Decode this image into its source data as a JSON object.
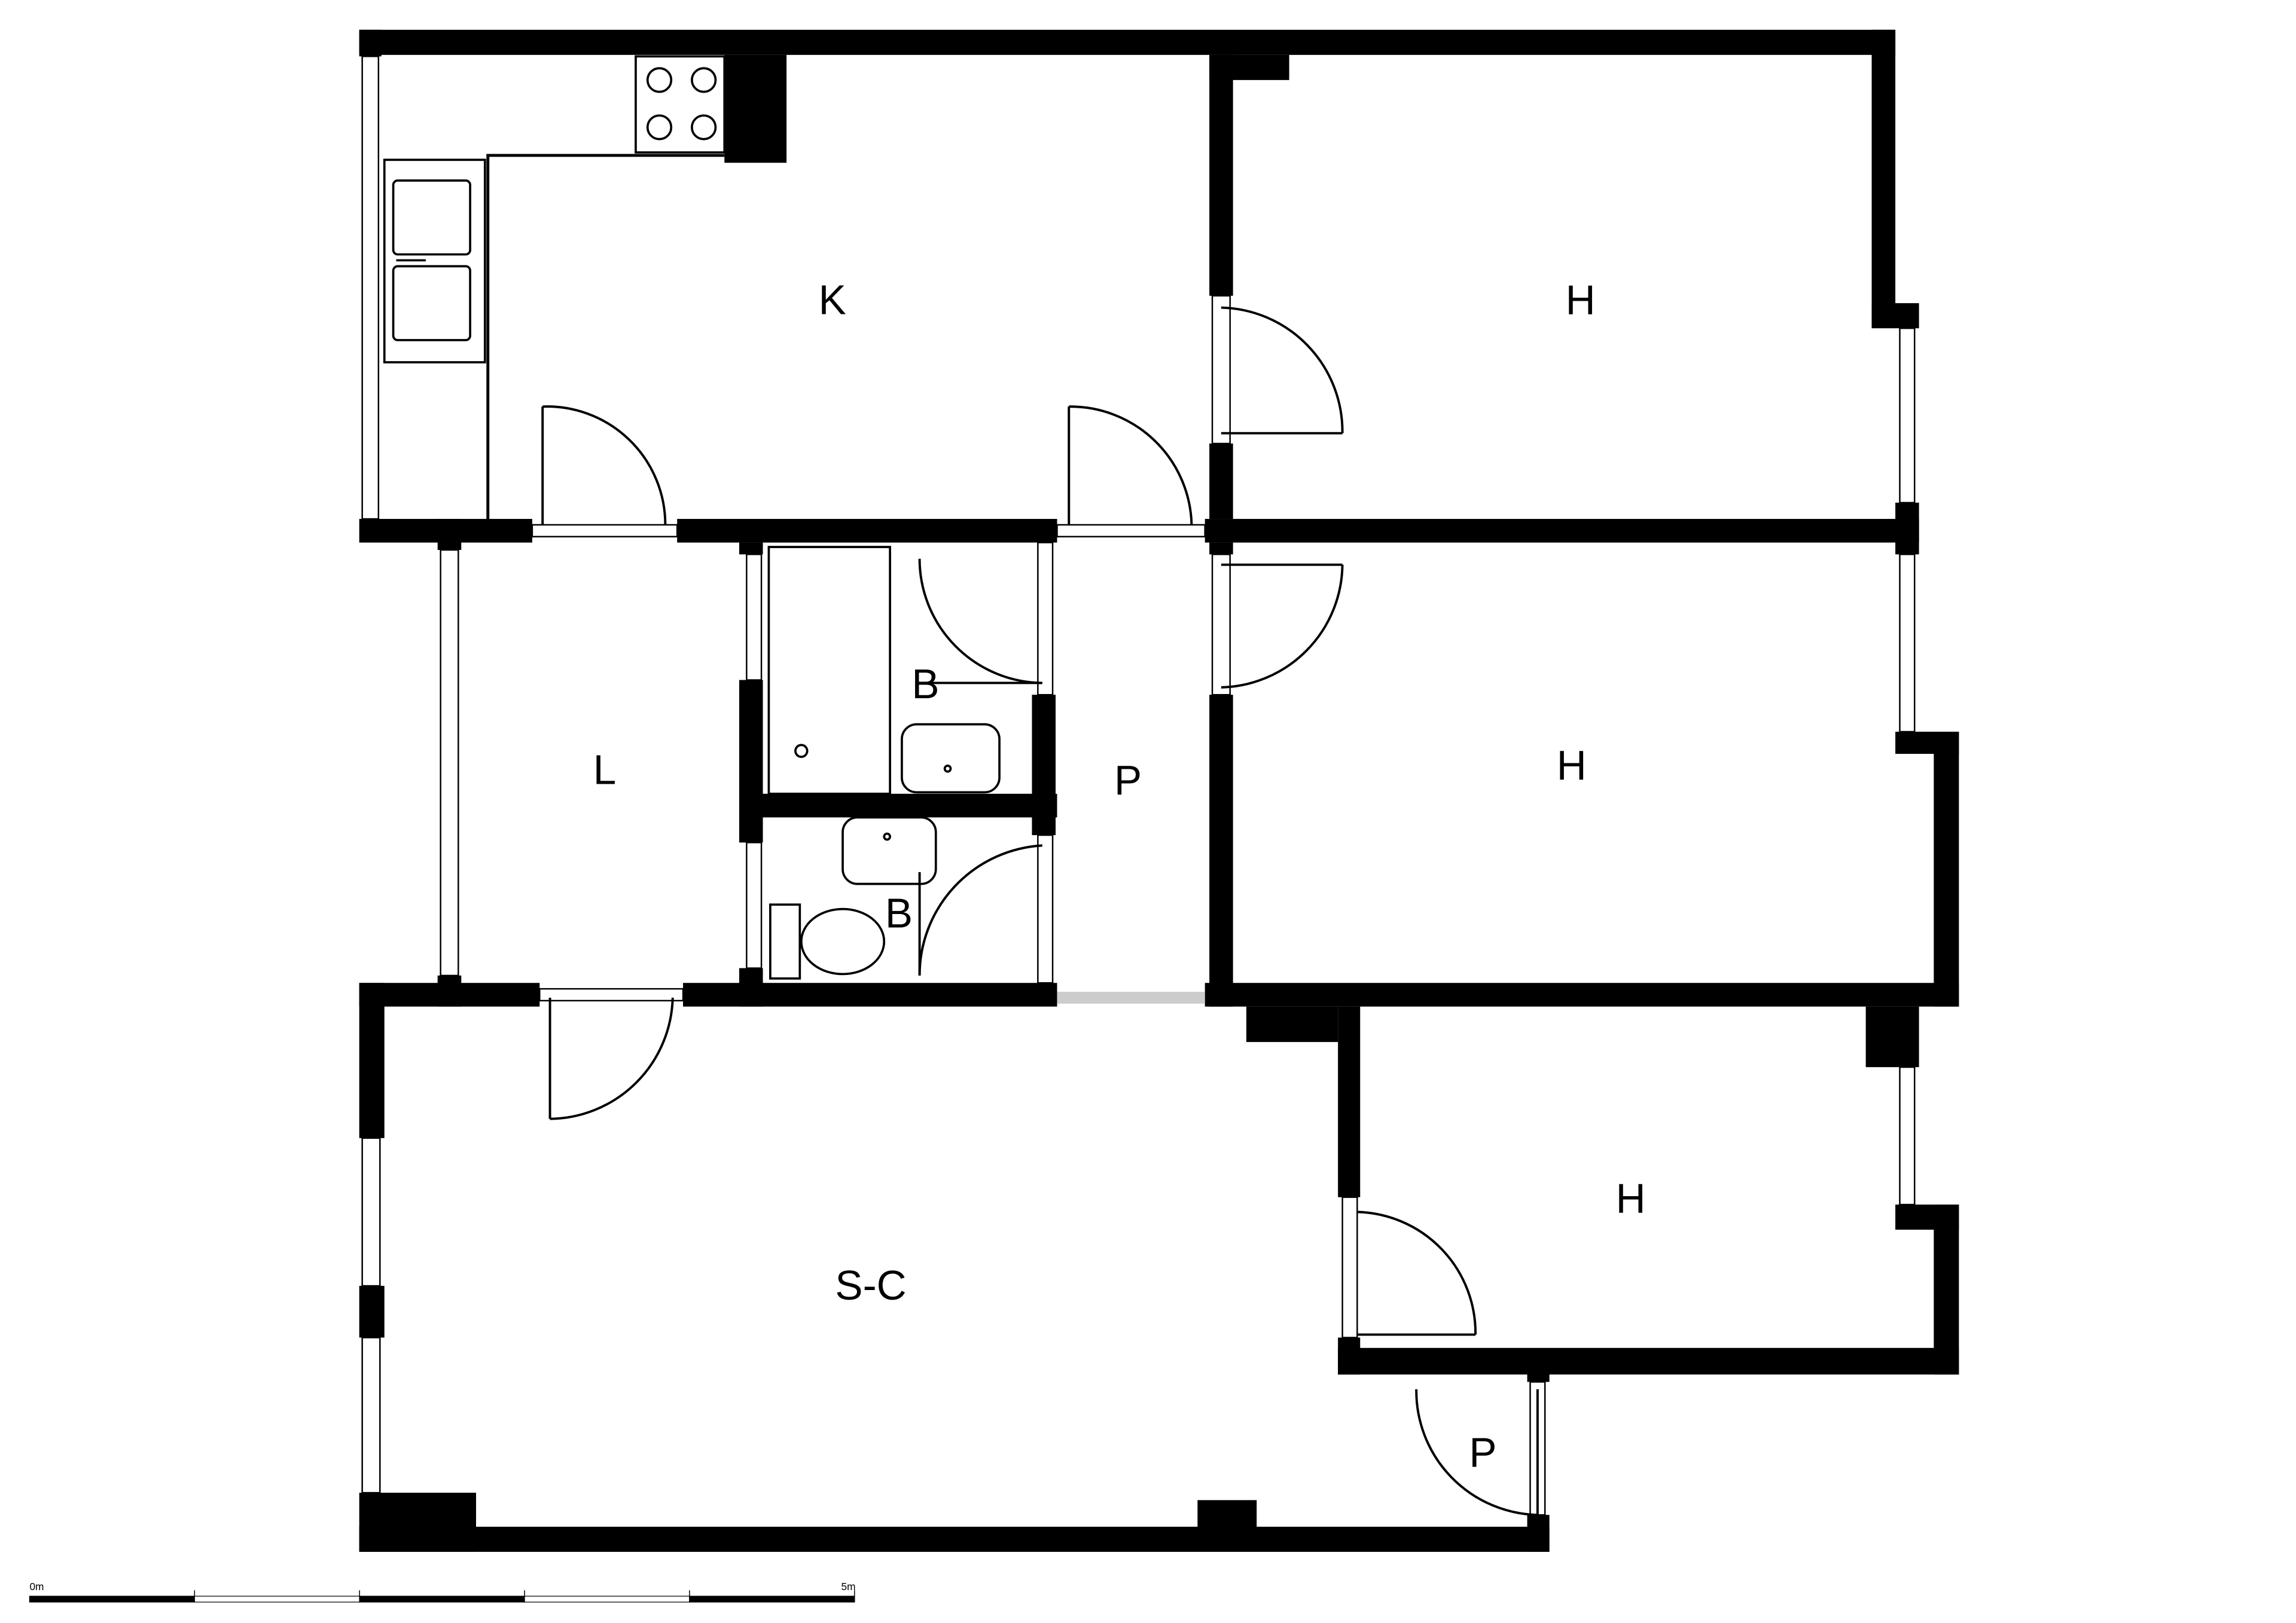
{
  "title": "Floor plan",
  "rooms": [
    {
      "id": "kitchen",
      "label": "K"
    },
    {
      "id": "bedroom-1",
      "label": "H"
    },
    {
      "id": "bedroom-2",
      "label": "H"
    },
    {
      "id": "bedroom-3",
      "label": "H"
    },
    {
      "id": "laundry",
      "label": "L"
    },
    {
      "id": "bathroom-1",
      "label": "B"
    },
    {
      "id": "bathroom-2",
      "label": "B"
    },
    {
      "id": "hallway",
      "label": "P"
    },
    {
      "id": "living-dining",
      "label": "S-C"
    },
    {
      "id": "entry",
      "label": "P"
    }
  ],
  "scale_bar": {
    "start_label": "0m",
    "end_label": "5m",
    "segments": 5
  },
  "colors": {
    "wall": "#000000",
    "background": "#ffffff",
    "opening": "#cccccc"
  }
}
